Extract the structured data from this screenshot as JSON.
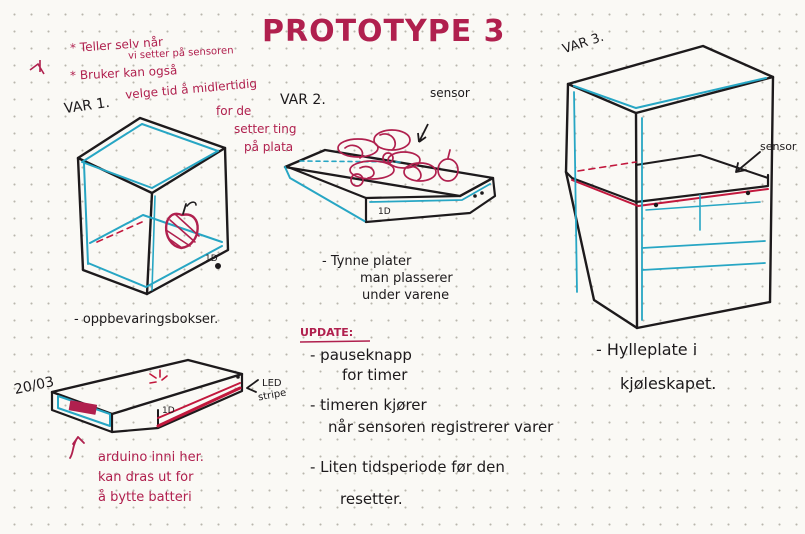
{
  "title": "PROTOTYPE 3",
  "notes_magenta": {
    "line1a": "* Teller selv når",
    "line1b": "vi setter på sensoren",
    "line2a": "* Bruker kan også",
    "line2b": "velge tid å midlertidig",
    "line2c": "for de",
    "line2d": "setter ting",
    "line2e": "på plata"
  },
  "var1": "VAR 1.",
  "var2": "VAR 2.",
  "var3": "VAR 3.",
  "sensor_label": "sensor",
  "sensor_label_right": "sensor",
  "label_box": "- oppbevaringsbokser.",
  "label_plate_1": "- Tynne plater",
  "label_plate_2": "man plasserer",
  "label_plate_3": "under varene",
  "label_shelf_1": "- Hylleplate i",
  "label_shelf_2": "kjøleskapet.",
  "device_text": "1D",
  "date": "20/03",
  "led_1": "LED",
  "led_2": "stripe",
  "arduino_1": "arduino inni her.",
  "arduino_2": "kan dras ut for",
  "arduino_3": "å bytte batteri",
  "update_heading": "UPDATE:",
  "update_1a": "- pauseknapp",
  "update_1b": "for timer",
  "update_2a": "- timeren kjører",
  "update_2b": "når sensoren registrerer varer",
  "update_3a": "- Liten tidsperiode før den",
  "update_3b": "resetter.",
  "colors": {
    "ink": "#1d1a1c",
    "magenta": "#b0204e",
    "cyan": "#27a6c4",
    "red": "#c2183d"
  }
}
